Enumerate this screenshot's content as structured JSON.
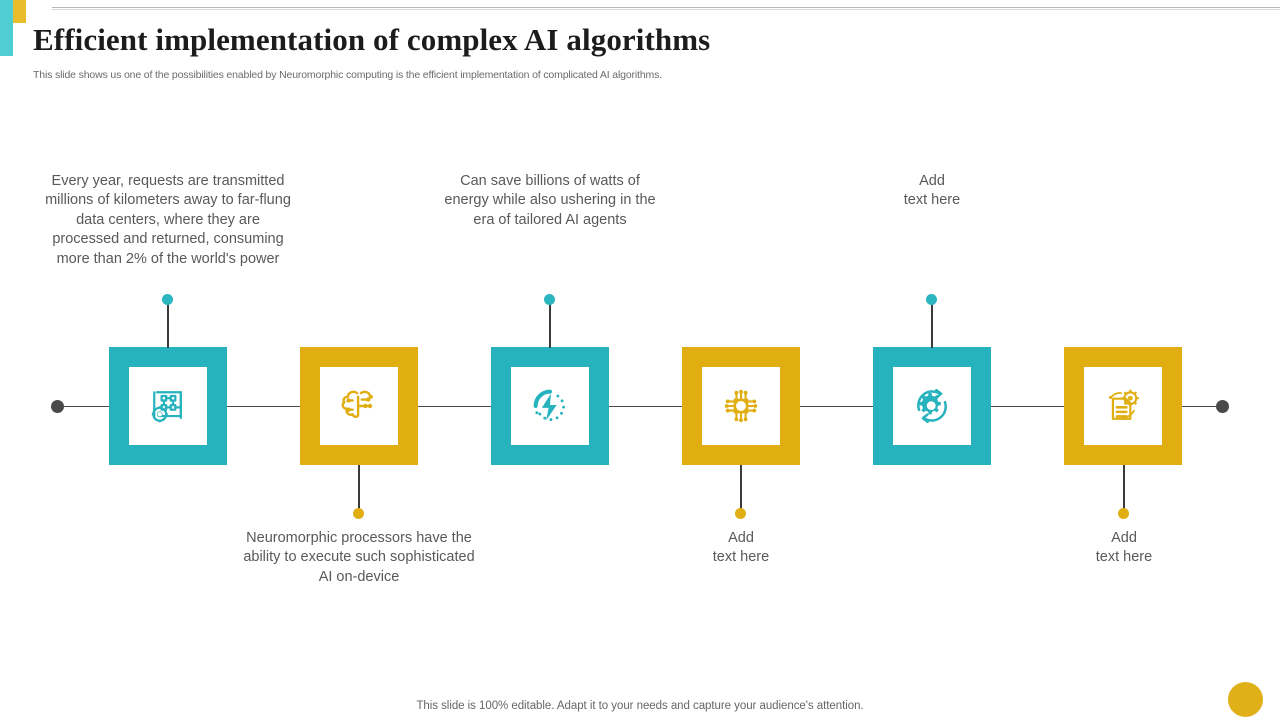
{
  "slide": {
    "title": "Efficient implementation of complex AI algorithms",
    "subtitle": "This slide shows us one of the possibilities enabled by Neuromorphic computing is the efficient implementation of complicated AI algorithms.",
    "footer_note": "This slide is 100% editable. Adapt it to your needs and capture your audience's attention."
  },
  "colors": {
    "teal": "#27B3BE",
    "teal_light": "#4ECDD4",
    "gold": "#E0AE10",
    "gold_accent": "#E8BC2A",
    "spine": "#4a4a4a",
    "text_body": "#595959",
    "title": "#1c1c1c"
  },
  "timeline": {
    "nodes": [
      {
        "index": 1,
        "color": "teal",
        "icon": "blueprint-gear-icon",
        "caption_position": "above",
        "caption": "Every year, requests are transmitted millions of kilometers away to far-flung data centers, where they are processed and returned, consuming more than 2% of the world's power"
      },
      {
        "index": 2,
        "color": "gold",
        "icon": "neural-brain-circuit-icon",
        "caption_position": "below",
        "caption": "Neuromorphic processors have the ability to execute such sophisticated AI on-device"
      },
      {
        "index": 3,
        "color": "teal",
        "icon": "energy-bolt-icon",
        "caption_position": "above",
        "caption": "Can save billions of watts of energy while also ushering in the era of tailored AI agents"
      },
      {
        "index": 4,
        "color": "gold",
        "icon": "microchip-icon",
        "caption_position": "below",
        "caption": "Add\ntext here"
      },
      {
        "index": 5,
        "color": "teal",
        "icon": "gear-refresh-icon",
        "caption_position": "above",
        "caption": "Add\ntext here"
      },
      {
        "index": 6,
        "color": "gold",
        "icon": "document-gear-icon",
        "caption_position": "below",
        "caption": "Add\ntext here"
      }
    ]
  }
}
